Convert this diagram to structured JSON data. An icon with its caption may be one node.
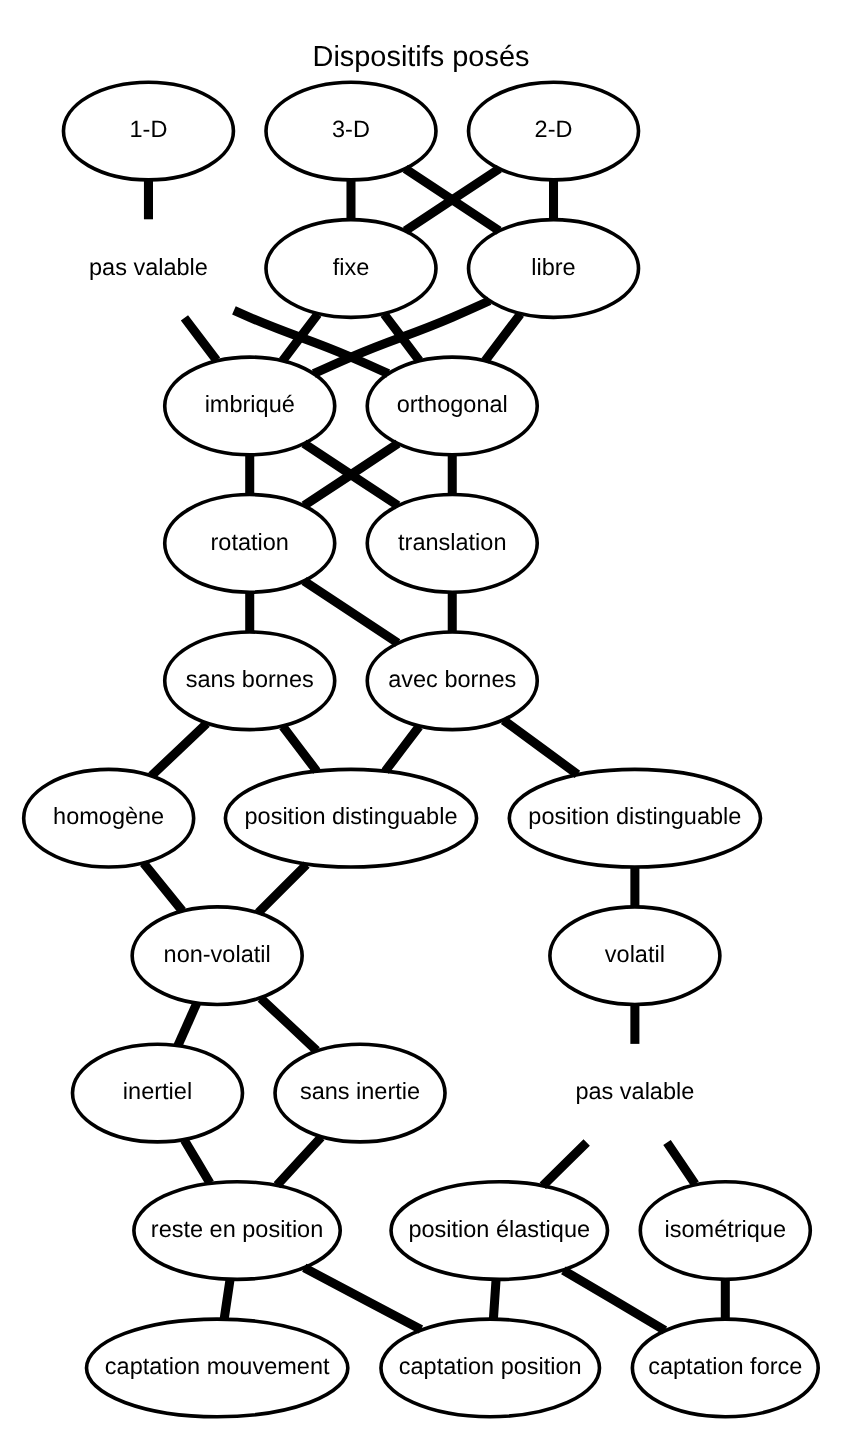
{
  "diagram": {
    "title": "Dispositifs posés",
    "nodes": [
      {
        "text": [
          "1-D"
        ]
      },
      {
        "text": [
          "2-D"
        ]
      },
      {
        "text": [
          "3-D"
        ]
      },
      {
        "text": [
          "pas valable"
        ]
      },
      {
        "text": [
          "libre"
        ]
      },
      {
        "text": [
          "fixe"
        ]
      },
      {
        "text": [
          "imbriqué"
        ]
      },
      {
        "text": [
          "orthogonal"
        ]
      },
      {
        "text": [
          "rotation"
        ]
      },
      {
        "text": [
          "translation"
        ]
      },
      {
        "text": [
          "sans bornes"
        ]
      },
      {
        "text": [
          "avec bornes"
        ]
      },
      {
        "text": [
          "homogène"
        ]
      },
      {
        "text": [
          "position distinguable"
        ]
      },
      {
        "text": [
          "position distinguable"
        ]
      },
      {
        "text": [
          "non-volatil"
        ]
      },
      {
        "text": [
          "volatil"
        ]
      },
      {
        "text": [
          "inertiel"
        ]
      },
      {
        "text": [
          "sans inertie"
        ]
      },
      {
        "text": [
          "pas valable"
        ]
      },
      {
        "text": [
          "reste en position"
        ]
      },
      {
        "text": [
          "position élastique"
        ]
      },
      {
        "text": [
          "isométrique"
        ]
      },
      {
        "text": [
          "captation position"
        ]
      },
      {
        "text": [
          "captation mouvement"
        ]
      },
      {
        "text": [
          "captation force"
        ]
      }
    ],
    "edges": [
      {
        "from": 0,
        "to": 3,
        "arrow": "none"
      },
      {
        "from": 1,
        "to": 4,
        "arrow": "none"
      },
      {
        "from": 1,
        "to": 5,
        "arrow": "none"
      },
      {
        "from": 2,
        "to": 4,
        "arrow": "none"
      },
      {
        "from": 2,
        "to": 5,
        "arrow": "none"
      },
      {
        "from": 3,
        "to": 6,
        "arrow": "none"
      },
      {
        "from": 3,
        "to": 7,
        "arrow": "none"
      },
      {
        "from": 4,
        "to": 6,
        "arrow": "none"
      },
      {
        "from": 4,
        "to": 7,
        "arrow": "none"
      },
      {
        "from": 5,
        "to": 6,
        "arrow": "none"
      },
      {
        "from": 5,
        "to": 7,
        "arrow": "none"
      },
      {
        "from": 6,
        "to": 8,
        "arrow": "none"
      },
      {
        "from": 6,
        "to": 9,
        "arrow": "none"
      },
      {
        "from": 7,
        "to": 8,
        "arrow": "none"
      },
      {
        "from": 7,
        "to": 9,
        "arrow": "none"
      },
      {
        "from": 8,
        "to": 10,
        "arrow": "none"
      },
      {
        "from": 8,
        "to": 11,
        "arrow": "none"
      },
      {
        "from": 9,
        "to": 11,
        "arrow": "none"
      },
      {
        "from": 10,
        "to": 12,
        "arrow": "none"
      },
      {
        "from": 10,
        "to": 13,
        "arrow": "none"
      },
      {
        "from": 11,
        "to": 13,
        "arrow": "none"
      },
      {
        "from": 11,
        "to": 14,
        "arrow": "none"
      },
      {
        "from": 12,
        "to": 15,
        "arrow": "none"
      },
      {
        "from": 13,
        "to": 15,
        "arrow": "none"
      },
      {
        "from": 14,
        "to": 16,
        "arrow": "none"
      },
      {
        "from": 15,
        "to": 17,
        "arrow": "none"
      },
      {
        "from": 15,
        "to": 18,
        "arrow": "none"
      },
      {
        "from": 16,
        "to": 19,
        "arrow": "none"
      },
      {
        "from": 17,
        "to": 20,
        "arrow": "none"
      },
      {
        "from": 18,
        "to": 20,
        "arrow": "none"
      },
      {
        "from": 19,
        "to": 21,
        "arrow": "none"
      },
      {
        "from": 19,
        "to": 22,
        "arrow": "none"
      },
      {
        "from": 20,
        "to": 23,
        "arrow": "none"
      },
      {
        "from": 20,
        "to": 24,
        "arrow": "none"
      },
      {
        "from": 21,
        "to": 23,
        "arrow": "none"
      },
      {
        "from": 21,
        "to": 25,
        "arrow": "none"
      },
      {
        "from": 22,
        "to": 25,
        "arrow": "none"
      }
    ]
  }
}
